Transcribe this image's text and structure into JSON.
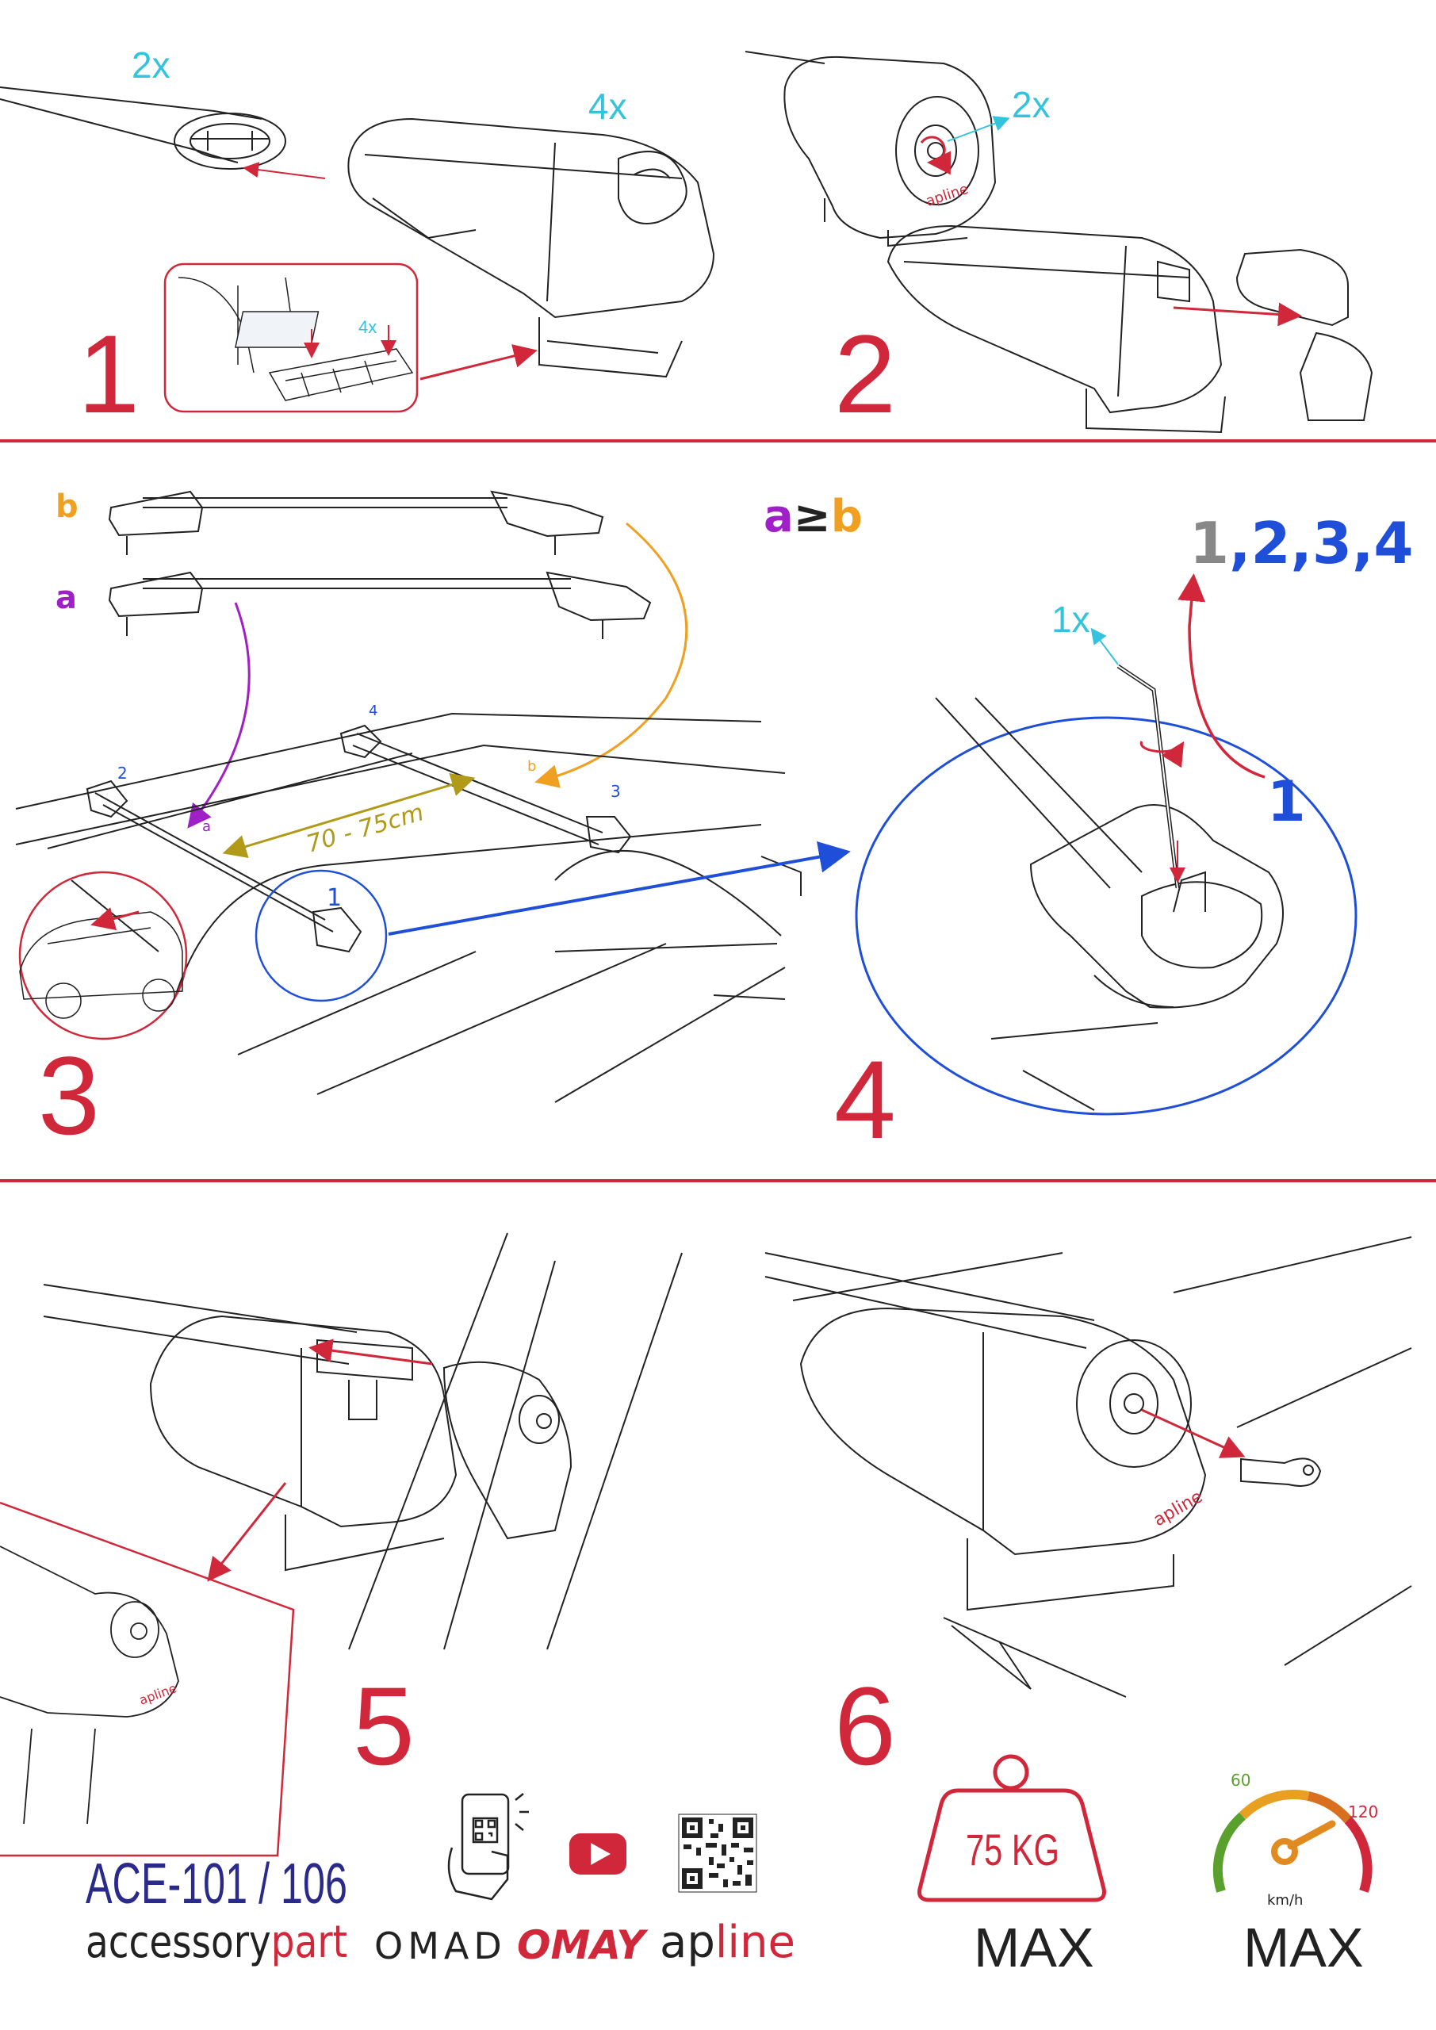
{
  "steps": {
    "s1": {
      "number": "1",
      "qty_bar": "2x",
      "qty_foot": "4x",
      "qty_pad": "4x"
    },
    "s2": {
      "number": "2",
      "qty": "2x"
    },
    "s3": {
      "number": "3",
      "label_b": "b",
      "label_a": "a",
      "condition_a": "a",
      "condition_sym": "≥",
      "condition_b": "b",
      "distance": "70 - 75cm",
      "foot_1": "1",
      "foot_2": "2",
      "foot_3": "3",
      "foot_4": "4",
      "mark_a": "a",
      "mark_b": "b"
    },
    "s4": {
      "number": "4",
      "qty": "1x",
      "order_1": "1",
      "order_rest": ",2,3,4",
      "first": "1"
    },
    "s5": {
      "number": "5"
    },
    "s6": {
      "number": "6"
    }
  },
  "brand_mark": "apline",
  "footer": {
    "model": "ACE-101 / 106",
    "brand_accessory_1": "accessory",
    "brand_accessory_2": "part",
    "brand_omad": "OMAD",
    "brand_omay": "OMAY",
    "brand_apline_1": "ap",
    "brand_apline_2": "line",
    "load_value": "75 KG",
    "load_caption": "MAX",
    "speed_low": "60",
    "speed_high": "120",
    "speed_unit": "km/h",
    "speed_caption": "MAX"
  },
  "colors": {
    "red": "#d0283a",
    "cyan": "#33c3dc",
    "blue": "#1f4fd8",
    "purple": "#a020c8",
    "orange": "#f0a020",
    "olive": "#b09a18",
    "navy": "#2a2a8a",
    "grey": "#888888"
  },
  "icons": [
    "phone-qr-scan-icon",
    "youtube-icon",
    "qr-code-icon",
    "weight-icon",
    "speedometer-icon"
  ]
}
